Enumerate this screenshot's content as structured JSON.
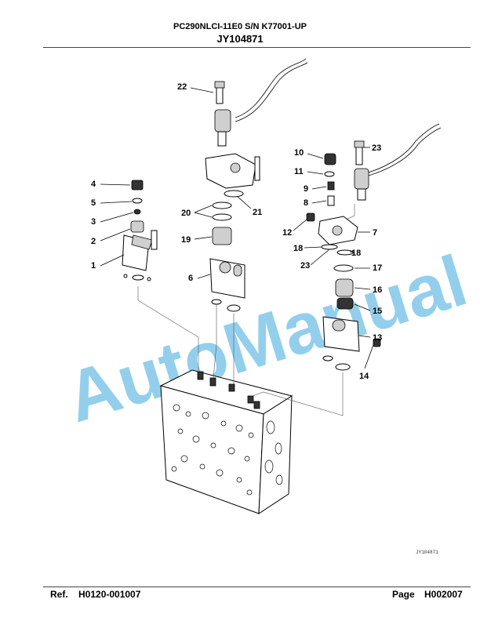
{
  "header": {
    "model": "PC290NLCI-11E0 S/N K77001-UP",
    "drawing_id": "JY104871"
  },
  "diagram": {
    "code": "JY104871",
    "watermark": "AutoManual",
    "callouts": [
      "1",
      "2",
      "3",
      "4",
      "5",
      "6",
      "7",
      "8",
      "9",
      "10",
      "11",
      "12",
      "13",
      "14",
      "15",
      "16",
      "17",
      "18",
      "18",
      "19",
      "20",
      "21",
      "22",
      "23",
      "23"
    ]
  },
  "footer": {
    "ref_label": "Ref.",
    "ref_value": "H0120-001007",
    "page_label": "Page",
    "page_value": "H002007"
  }
}
